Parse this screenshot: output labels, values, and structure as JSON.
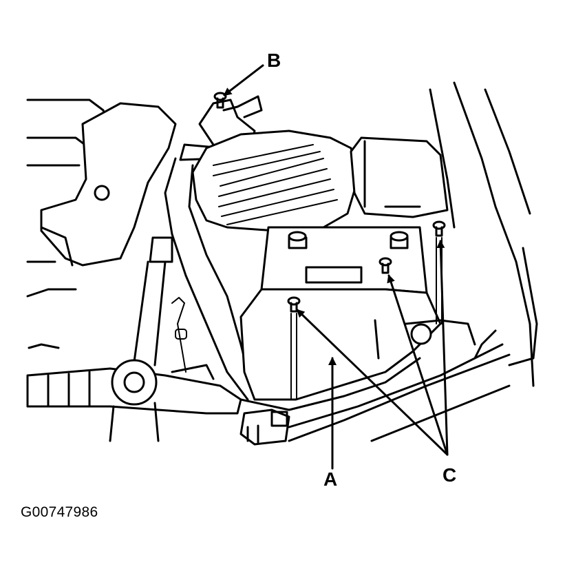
{
  "figure": {
    "callouts": {
      "a": "A",
      "b": "B",
      "c": "C"
    },
    "figure_code": "G00747986"
  },
  "colors": {
    "line": "#000000",
    "background": "#ffffff"
  }
}
